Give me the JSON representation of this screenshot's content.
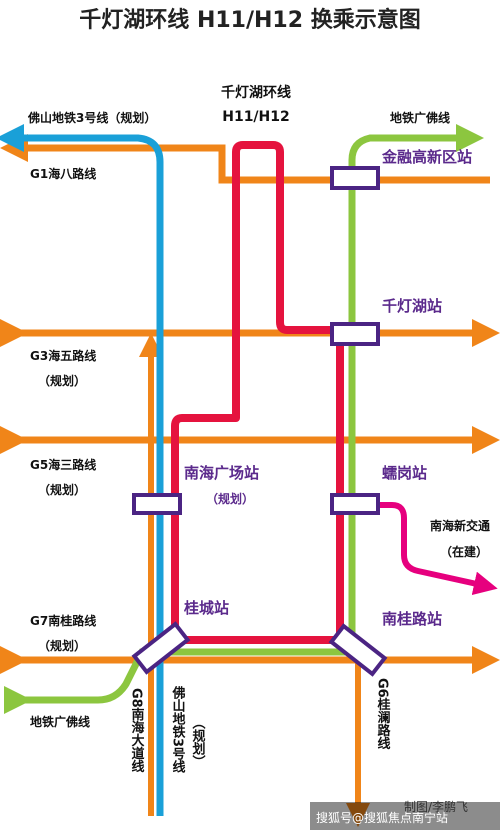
{
  "title": "千灯湖环线 H11/H12 换乘示意图",
  "loop_label": {
    "line1": "千灯湖环线",
    "line2": "H11/H12"
  },
  "lines": {
    "foshan3_top": "佛山地铁3号线（规划）",
    "guangfo_top": "地铁广佛线",
    "g1": "G1海八路线",
    "g3": {
      "line1": "G3海五路线",
      "line2": "（规划）"
    },
    "g5": {
      "line1": "G5海三路线",
      "line2": "（规划）"
    },
    "g7": {
      "line1": "G7南桂路线",
      "line2": "（规划）"
    },
    "guangfo_bottom": "地铁广佛线",
    "g8_vertical": "G8南海大道线",
    "foshan3_vertical": "佛山地铁3号线",
    "foshan3_vertical_note": "（规划）",
    "g6_vertical": "G6桂澜路线",
    "nanhai_new_transit": {
      "line1": "南海新交通",
      "line2": "（在建）"
    }
  },
  "stations": {
    "jinrong": "金融高新区站",
    "qiandenghu": "千灯湖站",
    "nanhai_square": "南海广场站",
    "nanhai_square_note": "（规划）",
    "leigang": "蠕岗站",
    "guicheng": "桂城站",
    "nanguilu": "南桂路站"
  },
  "credit": "制图/李鹏飞",
  "watermark": "搜狐号@搜狐焦点南宁站",
  "colors": {
    "loop_red": "#e5133e",
    "orange": "#f08519",
    "green": "#8cc63f",
    "blue": "#1aa0d8",
    "magenta": "#e6007e",
    "station_purple": "#5b2a8c"
  }
}
